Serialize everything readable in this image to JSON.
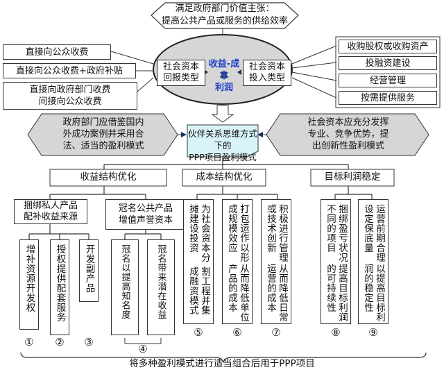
{
  "top_banner": {
    "line1": "满足政府部门价值主张：",
    "line2": "提高公共产品或服务的供给效率"
  },
  "left_revenue": [
    "直接向公众收费",
    "直接向公众收费+政府补贴",
    "直接向政府部门收费",
    "间接向公众收费"
  ],
  "right_investment": [
    "收购股权或收购资产",
    "投融资建设",
    "经营管理",
    "按需提供服务"
  ],
  "oval": {
    "left_box": [
      "社会资本",
      "回报类型"
    ],
    "right_box": [
      "社会资本",
      "投入类型"
    ],
    "center_top": "收益-成本",
    "center_eq": "II",
    "center_bottom": "利润"
  },
  "left_note": [
    "政府部门应借鉴国内",
    "外成功案例并采用合",
    "法、适当的盈利模式"
  ],
  "right_note": [
    "社会资本应充分发挥",
    "专业、竞争优势，提",
    "出创新性盈利模式"
  ],
  "center_box": [
    "伙伴关系思维方式下的",
    "PPP项目盈利模式"
  ],
  "categories": [
    "收益结构优化",
    "成本结构优化",
    "目标利润稳定"
  ],
  "sub_left": {
    "a": [
      "捆绑私人产品",
      "配补收益来源"
    ],
    "b": [
      "冠名公共产品",
      "增值声誉资本"
    ]
  },
  "items": {
    "i1": "增补资源开发权",
    "i2": "授权提供配套服务",
    "i3": "开发副产品",
    "i4a": "冠名以提高知名度",
    "i4b": "冠名带来潜在收益",
    "i5": "为社会资本分摊建设投资",
    "i5b": "割工程并集成融资模式",
    "i6": "打包运作以形成规模效应",
    "i6b": "从而降低单位产品的成本",
    "i7": "积极进行管理或技术创新",
    "i7b": "从而降低日常运营的成本",
    "i8": "捆绑盈亏状况不同的项目",
    "i8b": "提高目标利润的可持续性",
    "i9": "运营前期合理设定保底量",
    "i9b": "以提高目标利润的稳定性"
  },
  "numbers": [
    "①",
    "②",
    "③",
    "④",
    "⑤",
    "⑥",
    "⑦",
    "⑧",
    "⑨"
  ],
  "bottom_text": "将多种盈利模式进行适当组合后用于PPP项目",
  "colors": {
    "oval_fill": "#d6d6d6",
    "center_fill": "#d9f4f9",
    "arrow_dark": "#2a3a6a",
    "accent_blue": "#1a3cc8"
  }
}
